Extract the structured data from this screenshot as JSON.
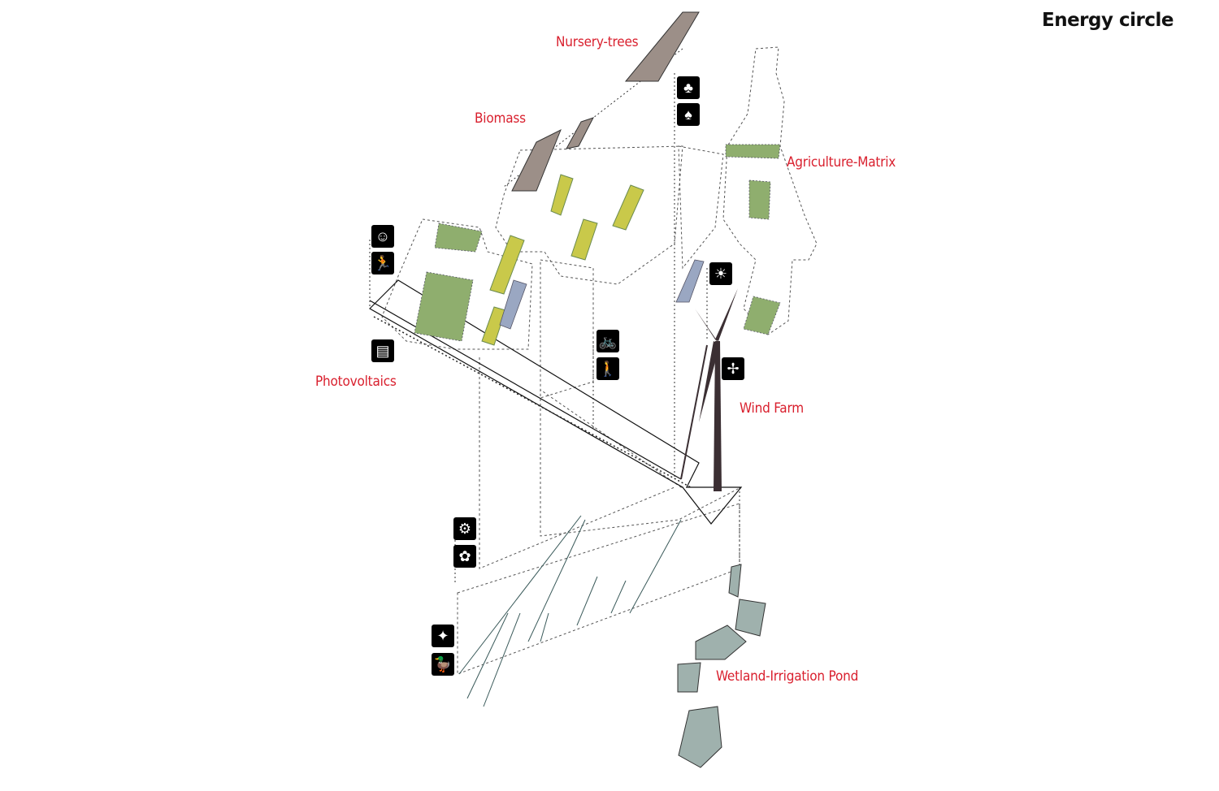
{
  "title": "Energy circle",
  "labels": {
    "nursery": "Nursery-trees",
    "biomass": "Biomass",
    "agriculture": "Agriculture-Matrix",
    "photovoltaics": "Photovoltaics",
    "wind": "Wind Farm",
    "wetland": "Wetland-Irrigation Pond"
  },
  "colors": {
    "label": "#d9202e",
    "field": "#8fae6e",
    "pond": "#9fb1ad",
    "turbine": "#3b2f33"
  }
}
